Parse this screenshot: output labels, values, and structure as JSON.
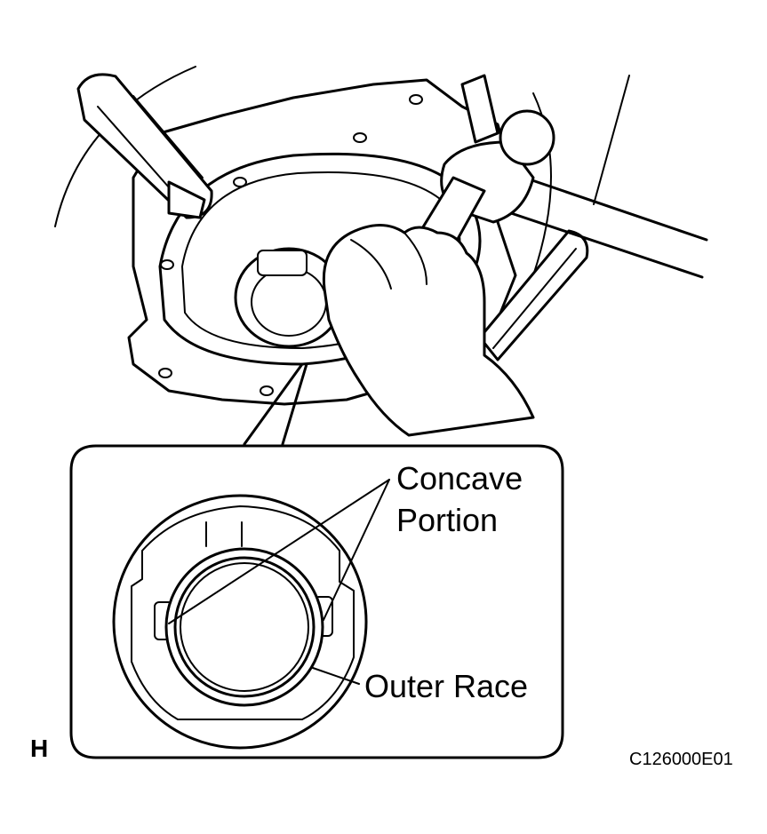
{
  "labels": {
    "concave_portion": [
      "Concave",
      "Portion"
    ],
    "outer_race": "Outer Race",
    "view_letter": "H",
    "figure_code": "C126000E01"
  },
  "colors": {
    "line": "#000000",
    "background": "#ffffff"
  }
}
